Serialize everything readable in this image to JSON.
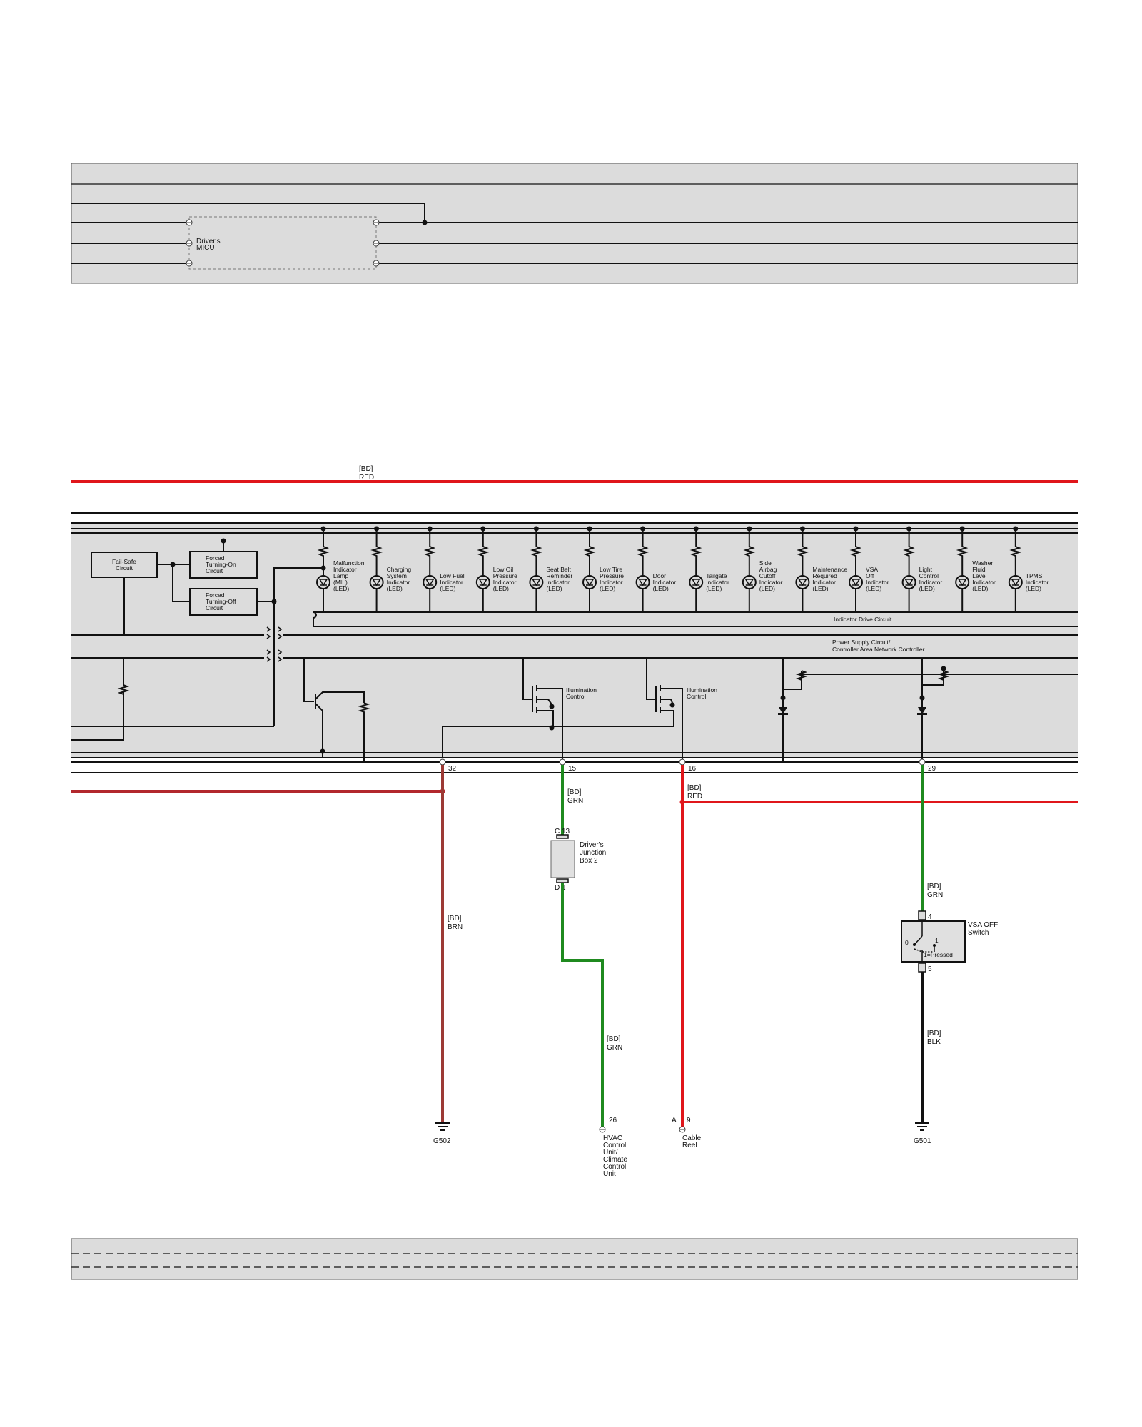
{
  "top": {
    "micu_label": [
      "Driver's",
      "MICU"
    ]
  },
  "wires": {
    "bd_red_top": [
      "[BD]",
      "RED"
    ],
    "bd_grn_15": [
      "[BD]",
      "GRN"
    ],
    "bd_red_16": [
      "[BD]",
      "RED"
    ],
    "bd_brn": [
      "[BD]",
      "BRN"
    ],
    "bd_grn_26": [
      "[BD]",
      "GRN"
    ],
    "bd_grn_29": [
      "[BD]",
      "GRN"
    ],
    "bd_blk": [
      "[BD]",
      "BLK"
    ]
  },
  "blocks": {
    "fail_safe": [
      "Fail-Safe",
      "Circuit"
    ],
    "forced_on": [
      "Forced",
      "Turning-On",
      "Circuit"
    ],
    "forced_off": [
      "Forced",
      "Turning-Off",
      "Circuit"
    ],
    "indicator_drive": "Indicator Drive Circuit",
    "power_supply": [
      "Power Supply Circuit/",
      "Controller Area Network Controller"
    ],
    "illum_1": [
      "Illumination",
      "Control"
    ],
    "illum_2": [
      "Illumination",
      "Control"
    ]
  },
  "indicators": [
    {
      "label": [
        "Malfunction",
        "Indicator",
        "Lamp",
        "(MIL)",
        "(LED)"
      ]
    },
    {
      "label": [
        "Charging",
        "System",
        "Indicator",
        "(LED)"
      ]
    },
    {
      "label": [
        "Low Fuel",
        "Indicator",
        "(LED)"
      ]
    },
    {
      "label": [
        "Low Oil",
        "Pressure",
        "Indicator",
        "(LED)"
      ]
    },
    {
      "label": [
        "Seat Belt",
        "Reminder",
        "Indicator",
        "(LED)"
      ]
    },
    {
      "label": [
        "Low Tire",
        "Pressure",
        "Indicator",
        "(LED)"
      ]
    },
    {
      "label": [
        "Door",
        "Indicator",
        "(LED)"
      ]
    },
    {
      "label": [
        "Tailgate",
        "Indicator",
        "(LED)"
      ]
    },
    {
      "label": [
        "Side",
        "Airbag",
        "Cutoff",
        "Indicator",
        "(LED)"
      ]
    },
    {
      "label": [
        "Maintenance",
        "Required",
        "Indicator",
        "(LED)"
      ]
    },
    {
      "label": [
        "VSA",
        "Off",
        "Indicator",
        "(LED)"
      ]
    },
    {
      "label": [
        "Light",
        "Control",
        "Indicator",
        "(LED)"
      ]
    },
    {
      "label": [
        "Washer",
        "Fluid",
        "Level",
        "Indicator",
        "(LED)"
      ]
    },
    {
      "label": [
        "TPMS",
        "Indicator",
        "(LED)"
      ]
    }
  ],
  "pins": {
    "p32": "32",
    "p15": "15",
    "p16": "16",
    "p29": "29",
    "c13": "C 13",
    "d1": "D 1",
    "p4": "4",
    "p5": "5",
    "p26": "26",
    "a9_a": "A",
    "a9_9": "9"
  },
  "components": {
    "junction_box": [
      "Driver's",
      "Junction",
      "Box 2"
    ],
    "vsa_switch": [
      "VSA OFF",
      "Switch"
    ],
    "switch_0": "0",
    "switch_1": "1",
    "switch_pressed": "1=Pressed",
    "hvac": [
      "HVAC",
      "Control",
      "Unit/",
      "Climate",
      "Control",
      "Unit"
    ],
    "cable_reel": [
      "Cable",
      "Reel"
    ]
  },
  "grounds": {
    "g502": "G502",
    "g501": "G501"
  },
  "colors": {
    "red": "#e0161b",
    "dark_red": "#b2282d",
    "brown": "#9c3a35",
    "green": "#1f8a1f",
    "black": "#111111",
    "panel": "#dcdcdc"
  }
}
